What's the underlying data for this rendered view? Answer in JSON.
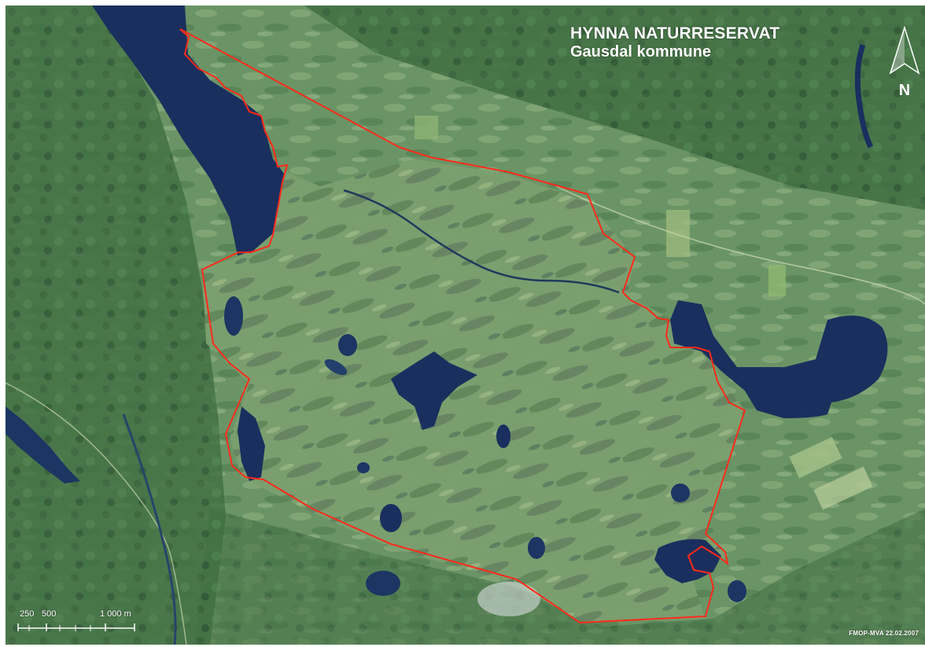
{
  "map": {
    "title": "HYNNA NATURRESERVAT",
    "subtitle": "Gausdal kommune",
    "north_label": "N",
    "scale": {
      "labels": [
        "250",
        "500",
        "1 000 m"
      ],
      "unit": "m"
    },
    "credit": "FMOP-MVA 22.02.2007",
    "colors": {
      "boundary": "#ff2a1a",
      "water": "#1a2f5e",
      "forest": "#3d6b3e",
      "bog": "#7fa170",
      "light_field": "#a8c28a"
    },
    "icons": [
      "north-arrow-icon",
      "scale-bar-icon"
    ]
  }
}
